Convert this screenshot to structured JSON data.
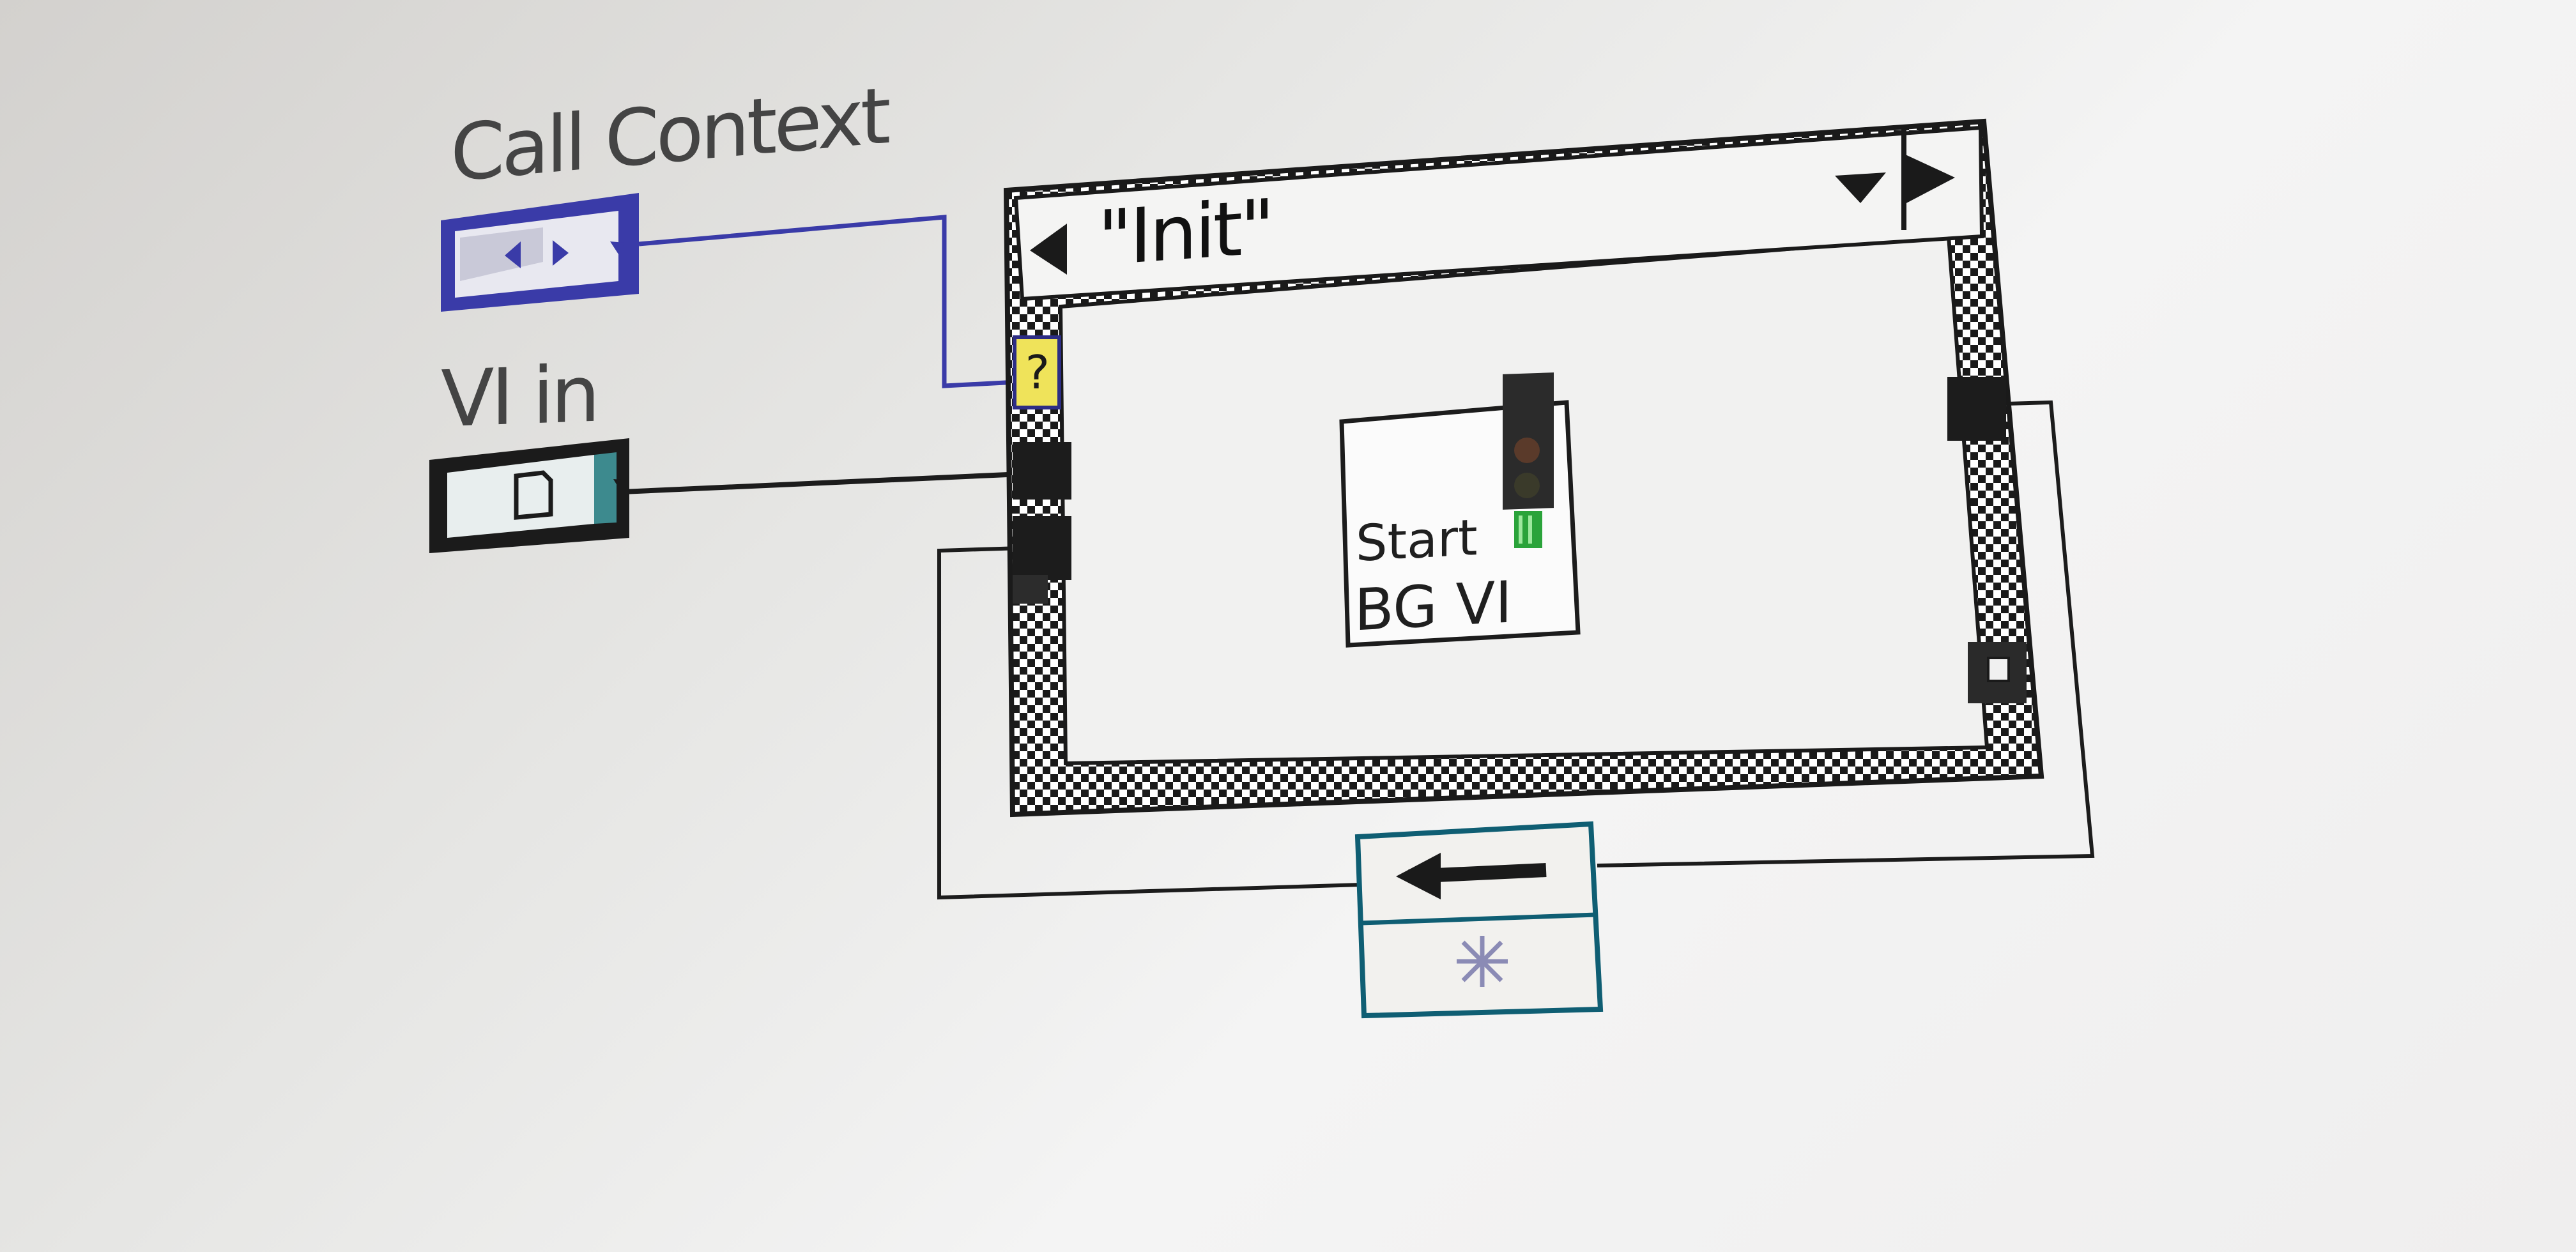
{
  "terminals": {
    "call_context_label": "Call Context",
    "vi_in_label": "VI in"
  },
  "case_structure": {
    "selector_value": "\"Init\""
  },
  "subvi": {
    "line1": "Start",
    "line2": "BG VI"
  },
  "icons": {
    "call_context_terminal": "call-context-terminal-icon",
    "vi_refnum_terminal": "vi-refnum-terminal-icon",
    "case_selector_terminal": "case-selector-icon",
    "shift_register": "shift-register-icon",
    "error_tunnel": "error-tunnel-icon",
    "feedback_node": "feedback-node-icon"
  },
  "colors": {
    "wire_blue": "#3a3ba8",
    "wire_dark": "#1c1c1c",
    "case_border": "#222222",
    "feedback_teal": "#0f5e73",
    "selector_yellow": "#efe35a",
    "led_green": "#2aa33a"
  }
}
